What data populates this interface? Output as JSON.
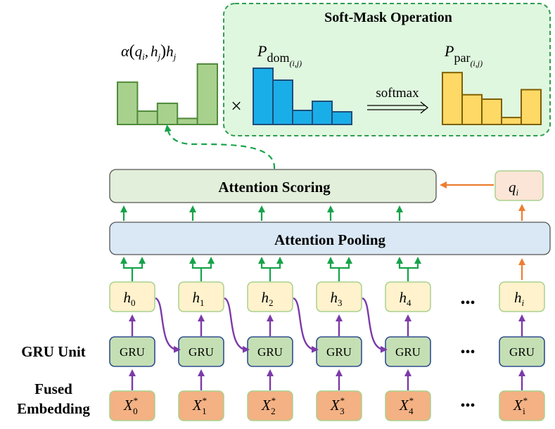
{
  "soft_mask": {
    "title": "Soft-Mask Operation",
    "p_dom_symbol": "P",
    "p_dom_sub": "dom",
    "p_dom_subsub": "(i,j)",
    "p_par_symbol": "P",
    "p_par_sub": "par",
    "p_par_subsub": "(i,j)",
    "times_sign": "×",
    "softmax_label": "softmax",
    "p_dom_bars": [
      0.8,
      0.63,
      0.2,
      0.33,
      0.18
    ],
    "p_par_bars": [
      0.82,
      0.47,
      0.4,
      0.11,
      0.55
    ]
  },
  "alpha": {
    "label_alpha": "α",
    "label_paren_open": "(",
    "label_q": "q",
    "label_q_sub": "i",
    "label_comma": ",",
    "label_h": "h",
    "label_h_sub": "j",
    "label_paren_close": ")",
    "label_h2": "h",
    "label_h2_sub": "j",
    "bars": [
      0.7,
      0.22,
      0.35,
      0.1,
      1.0
    ]
  },
  "attention_scoring": {
    "label": "Attention Scoring"
  },
  "attention_pooling": {
    "label": "Attention Pooling"
  },
  "query": {
    "symbol": "q",
    "sub": "i"
  },
  "hidden": [
    {
      "symbol": "h",
      "sub": "0"
    },
    {
      "symbol": "h",
      "sub": "1"
    },
    {
      "symbol": "h",
      "sub": "2"
    },
    {
      "symbol": "h",
      "sub": "3"
    },
    {
      "symbol": "h",
      "sub": "4"
    },
    {
      "symbol": "h",
      "sub": "i"
    }
  ],
  "gru": {
    "unit_label": "GRU",
    "row_label": "GRU Unit"
  },
  "embeddings": [
    {
      "symbol": "X",
      "sub": "0",
      "sup": "*"
    },
    {
      "symbol": "X",
      "sub": "1",
      "sup": "*"
    },
    {
      "symbol": "X",
      "sub": "2",
      "sup": "*"
    },
    {
      "symbol": "X",
      "sub": "3",
      "sup": "*"
    },
    {
      "symbol": "X",
      "sub": "4",
      "sup": "*"
    },
    {
      "symbol": "X",
      "sub": "i",
      "sup": "*"
    }
  ],
  "fused_label": {
    "line1": "Fused",
    "line2": "Embedding"
  },
  "ellipsis": "•••",
  "colors": {
    "green_arrow": "#16a34a",
    "purple_arrow": "#7c3aa8",
    "orange_arrow": "#ed7d31",
    "alpha_bar_fill": "#a9d18e",
    "alpha_bar_stroke": "#4f8a3a",
    "p_dom_fill": "#1aaee8",
    "p_dom_stroke": "#1f4e79",
    "p_par_fill": "#ffd966",
    "p_par_stroke": "#7f6000",
    "softmask_bg": "#dff7df",
    "softmask_border": "#2e9e4f",
    "scoring_bg": "#e2efda",
    "pooling_bg": "#dae8f5",
    "hidden_bg": "#fff2cc",
    "gru_bg": "#c5dfb4",
    "embed_bg": "#f4b183",
    "query_bg": "#fbe5d6"
  }
}
